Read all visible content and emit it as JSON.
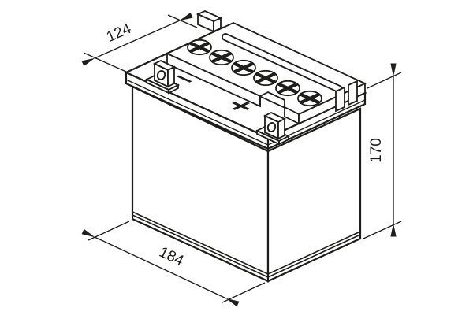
{
  "figure": {
    "background_color": "#ffffff",
    "line_color": "#1d1d1b",
    "subject": "battery-isometric-technical-drawing",
    "cell_cap_count": 6,
    "terminal_marks": {
      "negative": "−",
      "positive": "+"
    }
  },
  "dimensions": {
    "depth": {
      "value": "124"
    },
    "height": {
      "value": "170"
    },
    "length": {
      "value": "184"
    }
  }
}
